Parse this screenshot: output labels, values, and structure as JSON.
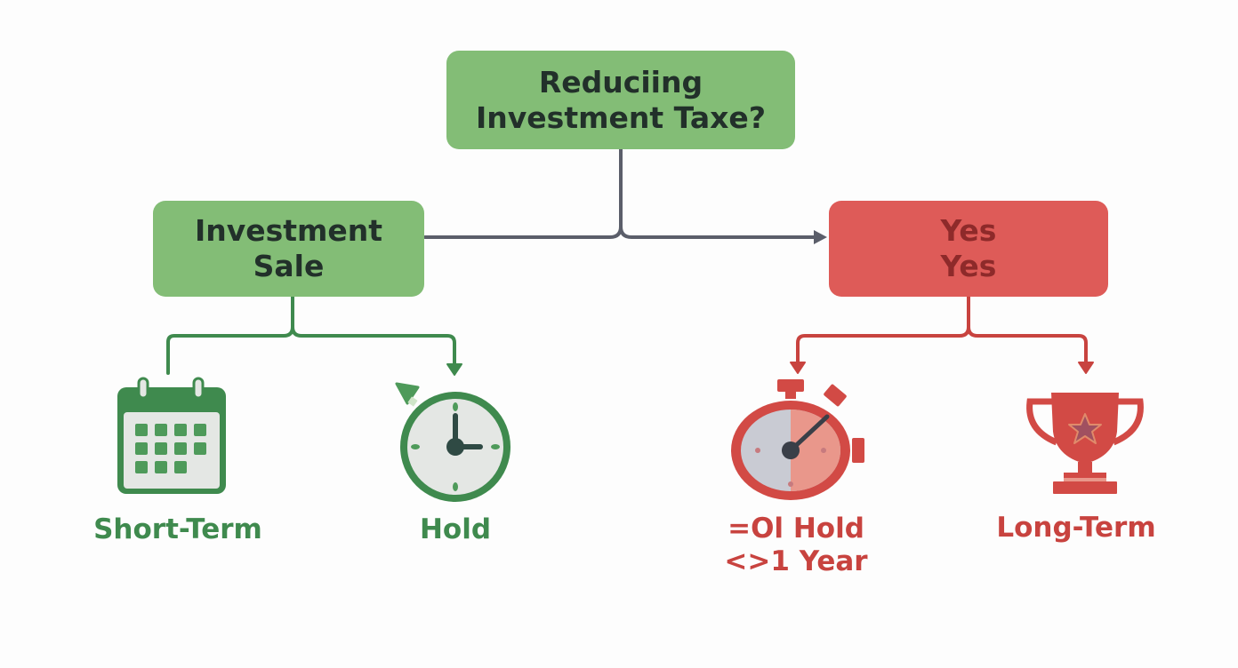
{
  "root": {
    "lines": [
      "Reduciing",
      "Investment Taxe?"
    ]
  },
  "left_node": {
    "lines": [
      "Investment",
      "Sale"
    ]
  },
  "right_node": {
    "lines": [
      "Yes",
      "Yes"
    ]
  },
  "left_children": [
    {
      "icon": "calendar-icon",
      "label_lines": [
        "Short-Term"
      ]
    },
    {
      "icon": "clock-icon",
      "label_lines": [
        "Hold"
      ]
    }
  ],
  "right_children": [
    {
      "icon": "stopwatch-icon",
      "label_lines": [
        "=Ol Hold",
        "<>1 Year"
      ]
    },
    {
      "icon": "trophy-icon",
      "label_lines": [
        "Long-Term"
      ]
    }
  ],
  "colors": {
    "green_fill": "#83bd76",
    "green_dark": "#3f8a4e",
    "red_fill": "#de5b58",
    "red_dark": "#c8433f",
    "connector_gray": "#5b5e6a"
  }
}
